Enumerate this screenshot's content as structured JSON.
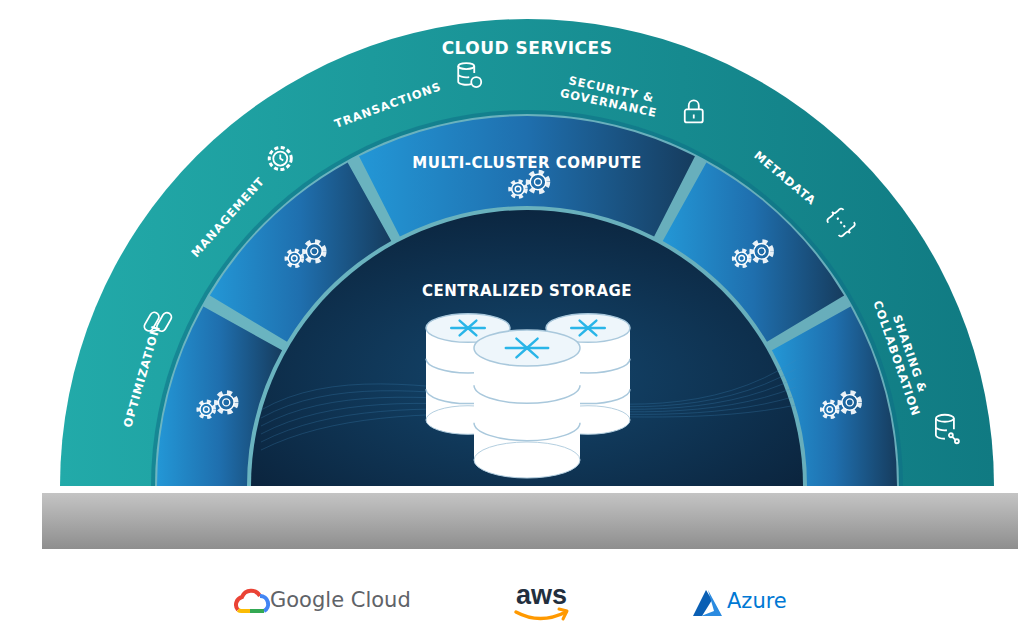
{
  "diagram": {
    "nodes": [
      {
        "text": [
          "CLOUD SERVICES"
        ]
      },
      {
        "text": [
          "MULTI-CLUSTER COMPUTE"
        ],
        "in": 0
      },
      {
        "text": [
          "CENTRALIZED STORAGE"
        ],
        "in": 1
      }
    ],
    "labels": [
      "OPTIMIZATION",
      "MANAGEMENT",
      "TRANSACTIONS",
      "SECURITY & GOVERNANCE",
      "METADATA",
      "SHARING & COLLABORATION",
      "Google Cloud",
      "aws",
      "Azure"
    ]
  }
}
